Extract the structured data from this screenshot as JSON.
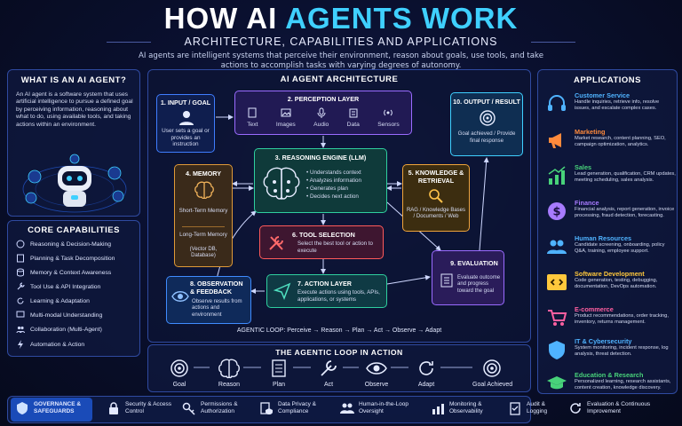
{
  "header": {
    "title_part1": "HOW AI ",
    "title_part2": "AGENTS WORK",
    "subtitle": "ARCHITECTURE, CAPABILITIES AND APPLICATIONS",
    "intro": "AI agents are intelligent systems that perceive their environment, reason about goals, use tools, and take actions to accomplish tasks with varying degrees of autonomy."
  },
  "left": {
    "what_title": "WHAT IS AN AI AGENT?",
    "what_text": "An AI agent is a software system that uses artificial intelligence to pursue a defined goal by perceiving information, reasoning about what to do, using available tools, and taking actions within an environment.",
    "capabilities_title": "CORE CAPABILITIES",
    "capabilities": [
      "Reasoning & Decision-Making",
      "Planning & Task Decomposition",
      "Memory & Context Awareness",
      "Tool Use & API Integration",
      "Learning & Adaptation",
      "Multi-modal Understanding",
      "Collaboration (Multi-Agent)",
      "Automation & Action"
    ]
  },
  "architecture": {
    "title": "AI AGENT ARCHITECTURE",
    "input": {
      "title": "1. INPUT / GOAL",
      "text": "User sets a goal or provides an instruction"
    },
    "perception": {
      "title": "2. PERCEPTION LAYER",
      "items": [
        "Text",
        "Images",
        "Audio",
        "Data",
        "Sensors"
      ]
    },
    "reasoning": {
      "title": "3. REASONING ENGINE (LLM)",
      "items": [
        "Understands context",
        "Analyzes information",
        "Generates plan",
        "Decides next action"
      ]
    },
    "memory": {
      "title": "4. MEMORY",
      "short": "Short-Term Memory",
      "long": "Long-Term Memory",
      "long_sub": "(Vector DB, Database)"
    },
    "knowledge": {
      "title": "5. KNOWLEDGE & RETRIEVAL",
      "text": "RAG / Knowledge Bases / Documents / Web"
    },
    "tool": {
      "title": "6. TOOL SELECTION",
      "text": "Select the best tool or action to execute"
    },
    "action": {
      "title": "7. ACTION LAYER",
      "text": "Execute actions using tools, APIs, applications, or systems"
    },
    "observation": {
      "title": "8. OBSERVATION & FEEDBACK",
      "text": "Observe results from actions and environment"
    },
    "evaluation": {
      "title": "9. EVALUATION",
      "text": "Evaluate outcome and progress toward the goal"
    },
    "output": {
      "title": "10. OUTPUT / RESULT",
      "text": "Goal achieved / Provide final response"
    },
    "loop_text": "AGENTIC LOOP: Perceive → Reason → Plan → Act → Observe → Adapt"
  },
  "agentic_loop": {
    "title": "THE AGENTIC LOOP IN ACTION",
    "steps": [
      "Goal",
      "Reason",
      "Plan",
      "Act",
      "Observe",
      "Adapt",
      "Goal Achieved"
    ]
  },
  "applications": {
    "title": "APPLICATIONS",
    "items": [
      {
        "name": "Customer Service",
        "desc": "Handle inquiries, retrieve info, resolve issues, and escalate complex cases.",
        "color": "#4fb3ff",
        "icon": "headset-icon"
      },
      {
        "name": "Marketing",
        "desc": "Market research, content planning, SEO, campaign optimization, analytics.",
        "color": "#ff8a3c",
        "icon": "megaphone-icon"
      },
      {
        "name": "Sales",
        "desc": "Lead generation, qualification, CRM updates, meeting scheduling, sales analysis.",
        "color": "#48d27a",
        "icon": "growth-chart-icon"
      },
      {
        "name": "Finance",
        "desc": "Financial analysis, report generation, invoice processing, fraud detection, forecasting.",
        "color": "#a77bff",
        "icon": "dollar-icon"
      },
      {
        "name": "Human Resources",
        "desc": "Candidate screening, onboarding, policy Q&A, training, employee support.",
        "color": "#4fb3ff",
        "icon": "people-icon"
      },
      {
        "name": "Software Development",
        "desc": "Code generation, testing, debugging, documentation, DevOps automation.",
        "color": "#ffc83c",
        "icon": "code-icon"
      },
      {
        "name": "E-commerce",
        "desc": "Product recommendations, order tracking, inventory, returns management.",
        "color": "#ff5fa0",
        "icon": "cart-icon"
      },
      {
        "name": "IT & Cybersecurity",
        "desc": "System monitoring, incident response, log analysis, threat detection.",
        "color": "#4fb3ff",
        "icon": "shield-icon"
      },
      {
        "name": "Education & Research",
        "desc": "Personalized learning, research assistants, content creation, knowledge discovery.",
        "color": "#48d27a",
        "icon": "graduation-cap-icon"
      }
    ]
  },
  "governance": {
    "title": "GOVERNANCE & SAFEGUARDS",
    "items": [
      "Security & Access Control",
      "Permissions & Authorization",
      "Data Privacy & Compliance",
      "Human-in-the-Loop Oversight",
      "Monitoring & Observability",
      "Audit & Logging",
      "Evaluation & Continuous Improvement"
    ]
  },
  "colors": {
    "accent": "#3fd0ff",
    "purple": "#9a6bff",
    "teal": "#2fcf9f",
    "orange": "#f0a43a",
    "red": "#ff5a5a",
    "blue": "#3f8cff",
    "green": "#48d27a"
  }
}
